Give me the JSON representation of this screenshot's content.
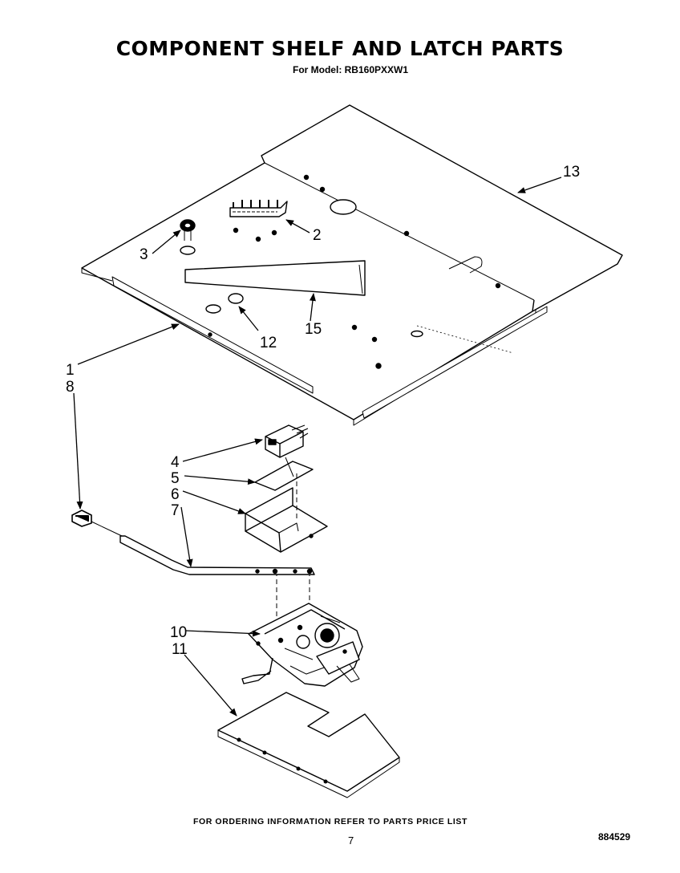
{
  "header": {
    "title": "COMPONENT SHELF AND LATCH PARTS",
    "subtitle": "For Model: RB160PXXW1"
  },
  "callouts": {
    "c1": "1",
    "c2": "2",
    "c3": "3",
    "c4": "4",
    "c5": "5",
    "c6": "6",
    "c7": "7",
    "c8": "8",
    "c10": "10",
    "c11": "11",
    "c12": "12",
    "c13": "13",
    "c15": "15"
  },
  "footer": {
    "note": "FOR ORDERING INFORMATION REFER TO PARTS PRICE LIST",
    "page_number": "7",
    "drawing_number": "884529"
  }
}
